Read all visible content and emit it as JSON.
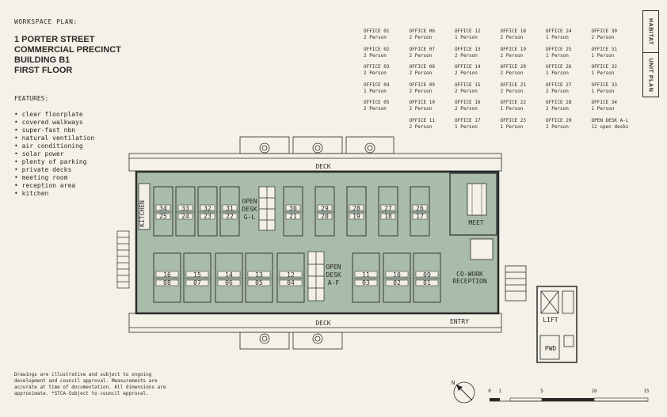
{
  "title": "WORKSPACE PLAN:",
  "address": [
    "1 PORTER STREET",
    "COMMERCIAL PRECINCT",
    "BUILDING B1",
    "FIRST FLOOR"
  ],
  "features_title": "FEATURES:",
  "features": [
    "clear floorplate",
    "covered walkways",
    "super-fast nbn",
    "natural ventilation",
    "air conditioning",
    "solar power",
    "plenty of parking",
    "private decks",
    "meeting room",
    "reception area",
    "kitchen"
  ],
  "disclaimer": "Drawings are illustrative and subject to ongoing development and council approval. Measurements are accurate at time of documentation. All dimensions are approximate. *STCA-Subject to council approval.",
  "tabs": [
    "HABITAT",
    "UNIT PLAN"
  ],
  "offices": [
    [
      {
        "name": "OFFICE 01",
        "cap": "2 Person"
      },
      {
        "name": "OFFICE 02",
        "cap": "2 Person"
      },
      {
        "name": "OFFICE 03",
        "cap": "2 Person"
      },
      {
        "name": "OFFICE 04",
        "cap": "1 Person"
      },
      {
        "name": "OFFICE 05",
        "cap": "2 Person"
      }
    ],
    [
      {
        "name": "OFFICE 06",
        "cap": "2 Person"
      },
      {
        "name": "OFFICE 07",
        "cap": "2 Person"
      },
      {
        "name": "OFFICE 08",
        "cap": "2 Person"
      },
      {
        "name": "OFFICE 09",
        "cap": "2 Person"
      },
      {
        "name": "OFFICE 10",
        "cap": "2 Person"
      },
      {
        "name": "OFFICE 11",
        "cap": "2 Person"
      }
    ],
    [
      {
        "name": "OFFICE 12",
        "cap": "1 Person"
      },
      {
        "name": "OFFICE 13",
        "cap": "2 Person"
      },
      {
        "name": "OFFICE 14",
        "cap": "2 Person"
      },
      {
        "name": "OFFICE 15",
        "cap": "2 Person"
      },
      {
        "name": "OFFICE 16",
        "cap": "2 Person"
      },
      {
        "name": "OFFICE 17",
        "cap": "1 Person"
      }
    ],
    [
      {
        "name": "OFFICE 18",
        "cap": "2 Person"
      },
      {
        "name": "OFFICE 19",
        "cap": "2 Person"
      },
      {
        "name": "OFFICE 20",
        "cap": "2 Person"
      },
      {
        "name": "OFFICE 21",
        "cap": "2 Person"
      },
      {
        "name": "OFFICE 22",
        "cap": "1 Person"
      },
      {
        "name": "OFFICE 23",
        "cap": "1 Person"
      }
    ],
    [
      {
        "name": "OFFICE 24",
        "cap": "1 Person"
      },
      {
        "name": "OFFICE 25",
        "cap": "1 Person"
      },
      {
        "name": "OFFICE 26",
        "cap": "1 Person"
      },
      {
        "name": "OFFICE 27",
        "cap": "2 Person"
      },
      {
        "name": "OFFICE 28",
        "cap": "2 Person"
      },
      {
        "name": "OFFICE 29",
        "cap": "2 Person"
      }
    ],
    [
      {
        "name": "OFFICE 30",
        "cap": "2 Person"
      },
      {
        "name": "OFFICE 31",
        "cap": "1 Person"
      },
      {
        "name": "OFFICE 32",
        "cap": "1 Person"
      },
      {
        "name": "OFFICE 33",
        "cap": "1 Person"
      },
      {
        "name": "OFFICE 34",
        "cap": "1 Person"
      },
      {
        "name": "OPEN DESK A-L",
        "cap": "12 open desks"
      }
    ]
  ],
  "plan_labels": {
    "deck_top": "DECK",
    "deck_bottom": "DECK",
    "entry": "ENTRY",
    "lift": "LIFT",
    "pwd": "PWD",
    "meet": "MEET",
    "kitchen": "KITCHEN",
    "open_gl": [
      "OPEN",
      "DESK",
      "G-L"
    ],
    "open_af": [
      "OPEN",
      "DESK",
      "A-F"
    ],
    "cowork": [
      "CO-WORK",
      "RECEPTION"
    ]
  },
  "top_rooms": [
    "34",
    "33",
    "32",
    "31",
    "30",
    "29",
    "28",
    "27",
    "26"
  ],
  "top_rooms_lower": [
    "25",
    "24",
    "23",
    "22",
    "21",
    "20",
    "19",
    "18",
    "17"
  ],
  "bottom_rooms": [
    "16",
    "15",
    "14",
    "13",
    "12",
    "11",
    "10",
    "09"
  ],
  "bottom_rooms_lower": [
    "08",
    "07",
    "06",
    "05",
    "04",
    "03",
    "02",
    "01"
  ],
  "scale": {
    "ticks": [
      "0",
      "1",
      "5",
      "10",
      "15"
    ],
    "north": "N"
  },
  "colors": {
    "floor": "#a9bba9",
    "line": "#2a2a2a",
    "bg": "#f4f1e8",
    "desk": "#f1efe6"
  }
}
